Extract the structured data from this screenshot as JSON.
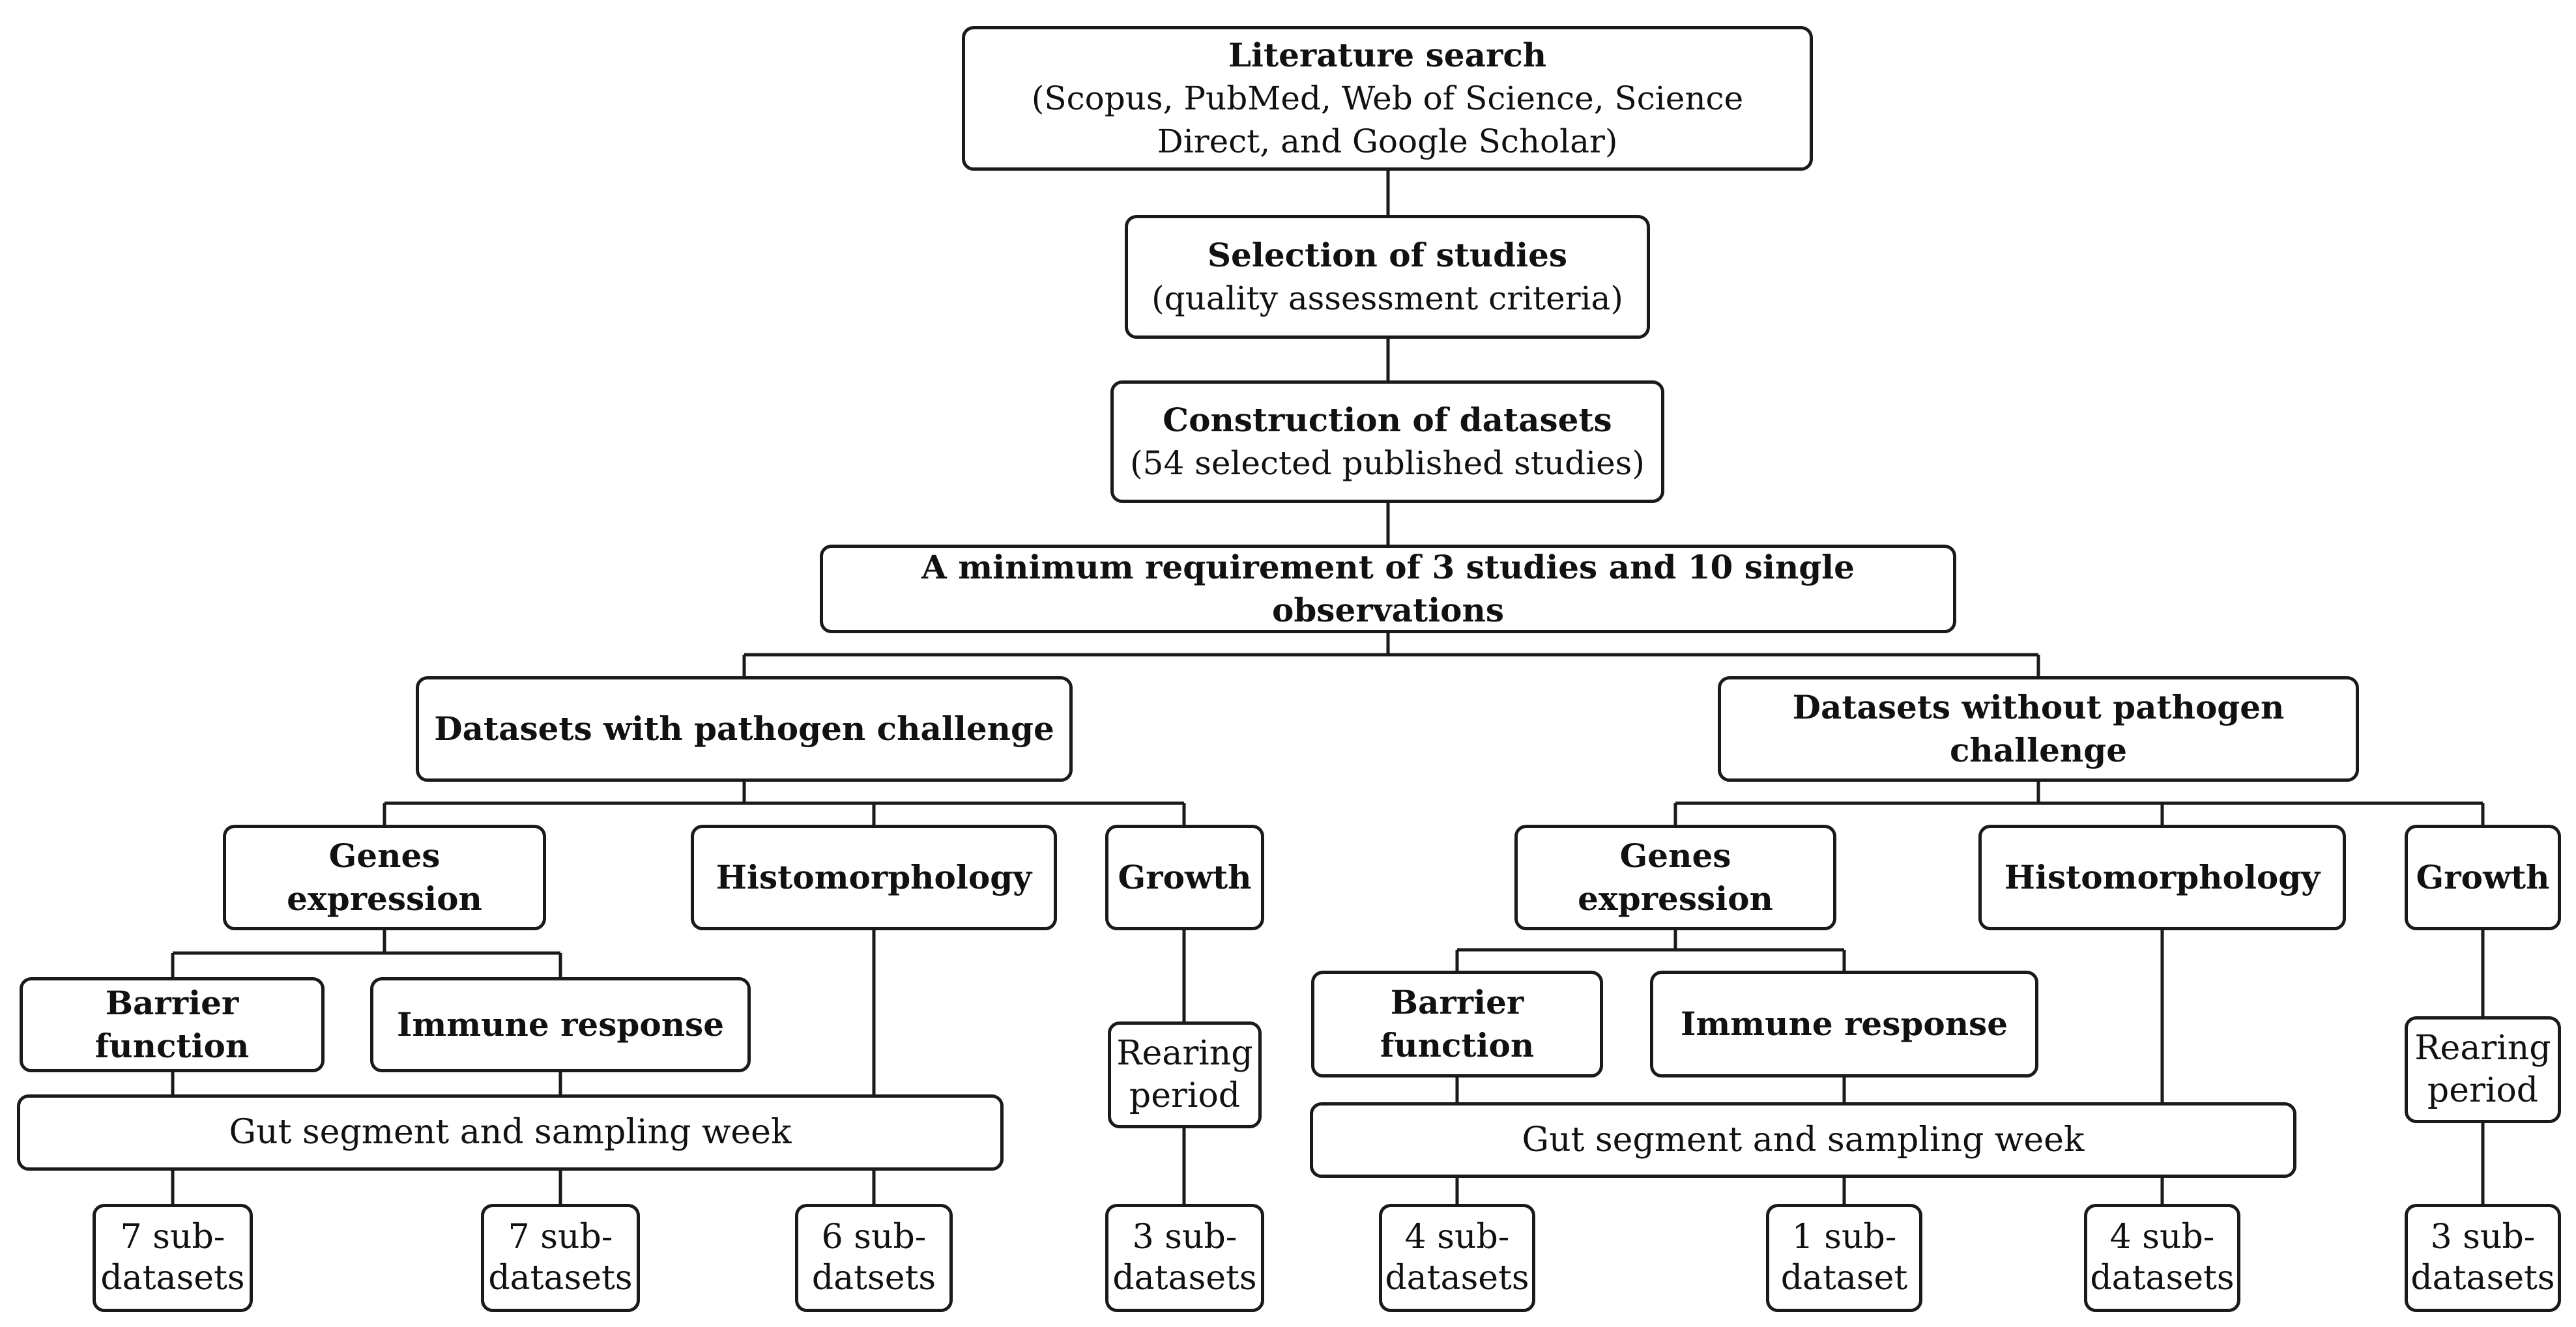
{
  "diagram": {
    "nodes": {
      "lit_search": {
        "title": "Literature search",
        "subtitle": "(Scopus, PubMed, Web of Science, Science Direct, and Google Scholar)"
      },
      "selection": {
        "title": "Selection of studies",
        "subtitle": "(quality assessment criteria)"
      },
      "construction": {
        "title": "Construction of datasets",
        "subtitle": "(54 selected published studies)"
      },
      "minimum": {
        "title": "A minimum requirement of 3 studies and 10 single observations"
      },
      "with_pathogen": {
        "title": "Datasets with pathogen challenge"
      },
      "without_pathogen": {
        "title": "Datasets without pathogen challenge"
      },
      "left": {
        "genes": "Genes expression",
        "histo": "Histomorphology",
        "growth": "Growth",
        "barrier": "Barrier function",
        "immune": "Immune response",
        "rearing": "Rearing period",
        "gut": "Gut segment and sampling week",
        "out1": "7 sub-datasets",
        "out2": "7 sub-datasets",
        "out3": "6 sub-datsets",
        "out4": "3 sub-datasets"
      },
      "right": {
        "genes": "Genes expression",
        "histo": "Histomorphology",
        "growth": "Growth",
        "barrier": "Barrier function",
        "immune": "Immune response",
        "rearing": "Rearing period",
        "gut": "Gut segment and sampling week",
        "out1": "4 sub-datasets",
        "out2": "1 sub-dataset",
        "out3": "4 sub-datasets",
        "out4": "3 sub-datasets"
      }
    }
  }
}
